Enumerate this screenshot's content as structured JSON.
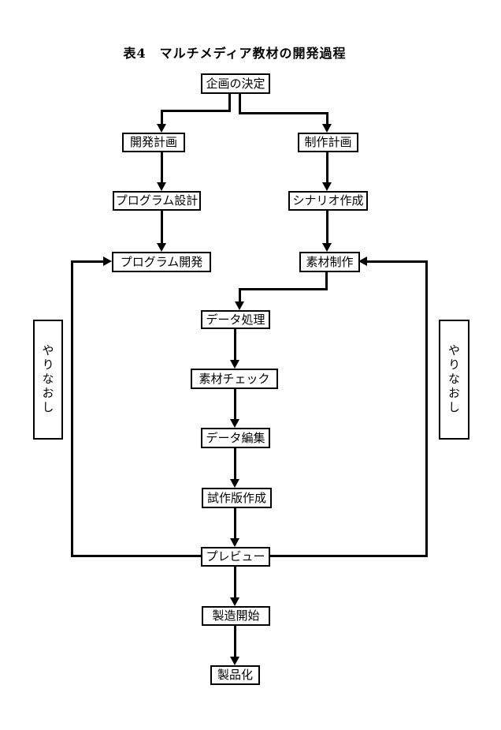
{
  "title": "表4　マルチメディア教材の開発過程",
  "colors": {
    "line": "#000000",
    "background": "#ffffff",
    "text": "#000000"
  },
  "nodes": {
    "plan_decision": {
      "label": "企画の決定"
    },
    "dev_plan": {
      "label": "開発計画"
    },
    "prod_plan": {
      "label": "制作計画"
    },
    "program_design": {
      "label": "プログラム設計"
    },
    "scenario_creation": {
      "label": "シナリオ作成"
    },
    "program_dev": {
      "label": "プログラム開発"
    },
    "material_prod": {
      "label": "素材制作"
    },
    "data_processing": {
      "label": "データ処理"
    },
    "material_check": {
      "label": "素材チェック"
    },
    "data_editing": {
      "label": "データ編集"
    },
    "trial_version": {
      "label": "試作版作成"
    },
    "preview": {
      "label": "プレビュー"
    },
    "manufacturing_start": {
      "label": "製造開始"
    },
    "productization": {
      "label": "製品化"
    },
    "redo_left": {
      "label": "やりなおし"
    },
    "redo_right": {
      "label": "やりなおし"
    }
  },
  "edges": [
    {
      "from": "plan_decision",
      "to": "dev_plan"
    },
    {
      "from": "plan_decision",
      "to": "prod_plan"
    },
    {
      "from": "dev_plan",
      "to": "program_design"
    },
    {
      "from": "program_design",
      "to": "program_dev"
    },
    {
      "from": "prod_plan",
      "to": "scenario_creation"
    },
    {
      "from": "scenario_creation",
      "to": "material_prod"
    },
    {
      "from": "material_prod",
      "to": "data_processing"
    },
    {
      "from": "data_processing",
      "to": "material_check"
    },
    {
      "from": "material_check",
      "to": "data_editing"
    },
    {
      "from": "data_editing",
      "to": "trial_version"
    },
    {
      "from": "trial_version",
      "to": "preview"
    },
    {
      "from": "preview",
      "to": "manufacturing_start"
    },
    {
      "from": "manufacturing_start",
      "to": "productization"
    },
    {
      "from": "preview",
      "to": "program_dev",
      "via": "redo_left"
    },
    {
      "from": "preview",
      "to": "material_prod",
      "via": "redo_right"
    }
  ]
}
